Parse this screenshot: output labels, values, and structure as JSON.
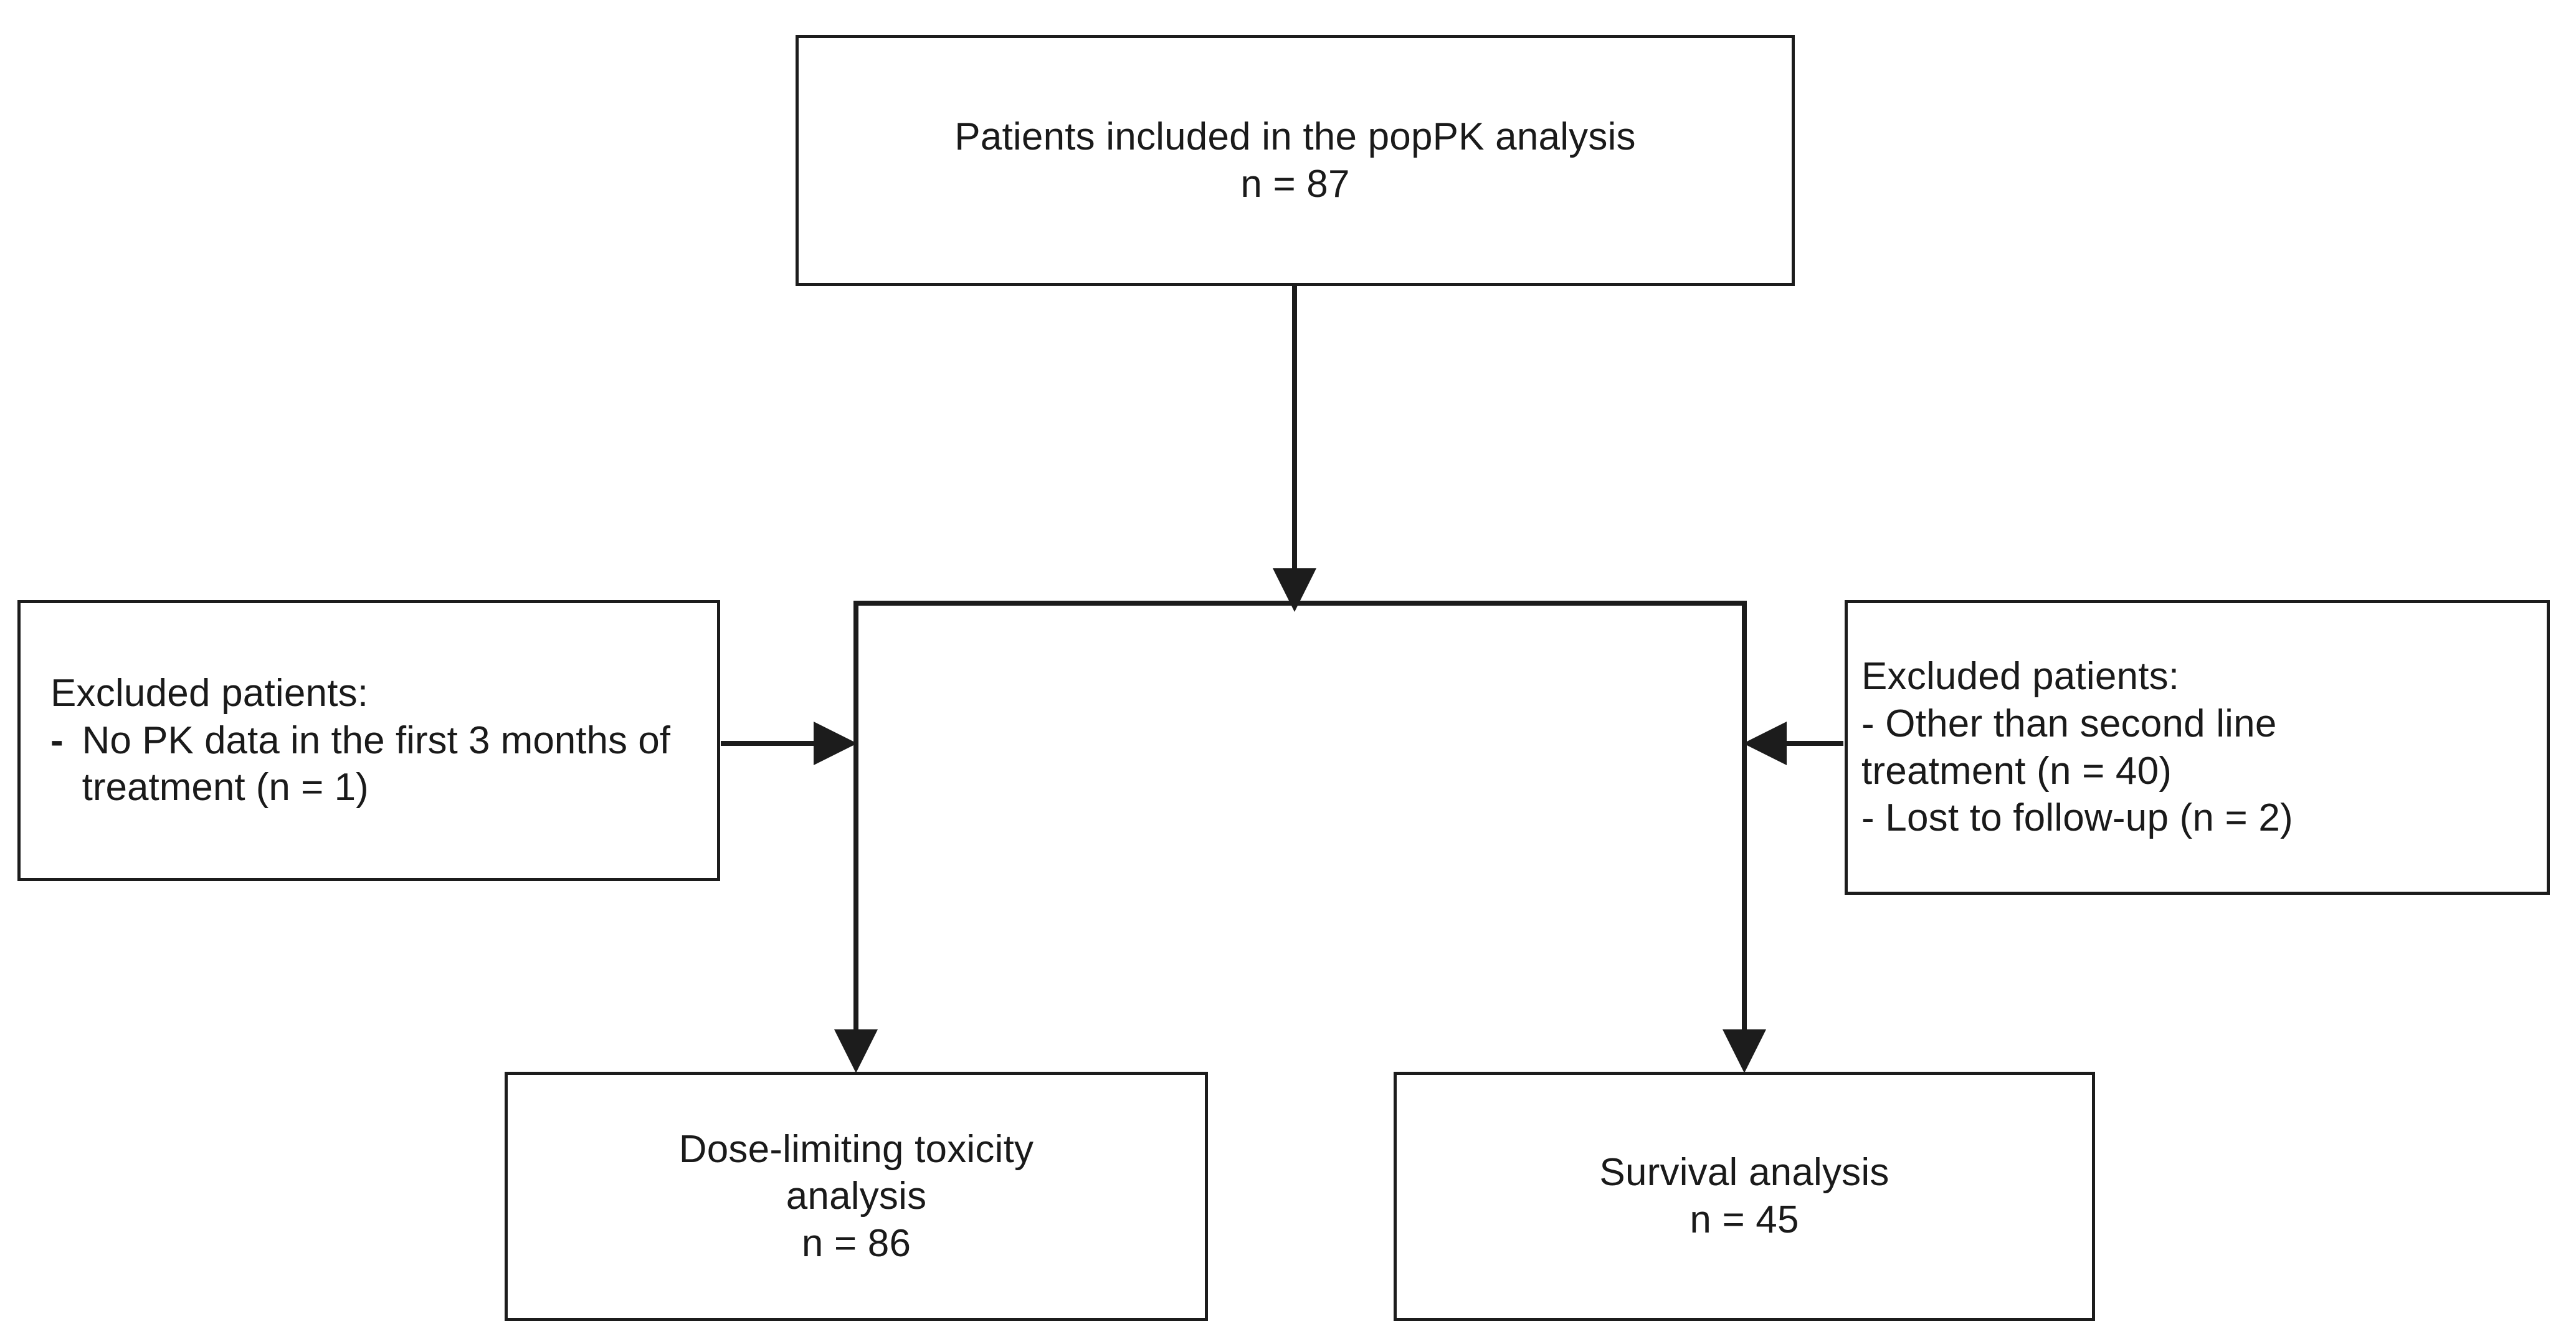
{
  "diagram": {
    "type": "flowchart",
    "title": "Patient disposition flow diagram",
    "orientation": "top-down",
    "line_color": "#1c1c1c",
    "background_color": "#ffffff",
    "nodes": [
      {
        "id": "poppk",
        "role": "source-cohort",
        "lines": [
          "Patients included in the popPK analysis",
          "n = 87"
        ],
        "n": 87
      },
      {
        "id": "excluded-left",
        "role": "exclusion",
        "heading": "Excluded patients:",
        "bullets": [
          {
            "mark": "-",
            "text": "No PK data in the first 3 months of treatment (n = 1)",
            "n": 1
          }
        ]
      },
      {
        "id": "excluded-right",
        "role": "exclusion",
        "heading": "Excluded patients:",
        "bullets": [
          {
            "mark": "-",
            "text": "Other than second line treatment (n = 40)",
            "n": 40
          },
          {
            "mark": "-",
            "text": "Lost to follow-up (n = 2)",
            "n": 2
          }
        ]
      },
      {
        "id": "dlt",
        "role": "analysis-set",
        "lines": [
          "Dose-limiting toxicity",
          "analysis",
          "n = 86"
        ],
        "n": 86
      },
      {
        "id": "survival",
        "role": "analysis-set",
        "lines": [
          "Survival analysis",
          "n = 45"
        ],
        "n": 45
      }
    ],
    "edges": [
      {
        "from": "poppk",
        "to": "split-bar",
        "direction": "down",
        "arrowhead": true
      },
      {
        "from": "excluded-left",
        "to": "left-branch",
        "direction": "right",
        "arrowhead": true
      },
      {
        "from": "excluded-right",
        "to": "right-branch",
        "direction": "left",
        "arrowhead": true
      },
      {
        "from": "left-branch",
        "to": "dlt",
        "direction": "down",
        "arrowhead": true
      },
      {
        "from": "right-branch",
        "to": "survival",
        "direction": "down",
        "arrowhead": true
      }
    ]
  },
  "nodes": {
    "poppk": {
      "line1": "Patients included in the popPK analysis",
      "line2": "n = 87"
    },
    "excluded_left": {
      "heading": "Excluded patients:",
      "bullet1_mark": "-",
      "bullet1_text": "No PK data in the first 3 months of treatment (n = 1)"
    },
    "excluded_right": {
      "heading": "Excluded patients:",
      "bullet1": "- Other than second line",
      "bullet1_cont": "treatment (n = 40)",
      "bullet2": "- Lost to follow-up (n = 2)"
    },
    "dlt": {
      "line1": "Dose-limiting toxicity",
      "line2": "analysis",
      "line3": "n = 86"
    },
    "survival": {
      "line1": "Survival analysis",
      "line2": "n = 45"
    }
  }
}
